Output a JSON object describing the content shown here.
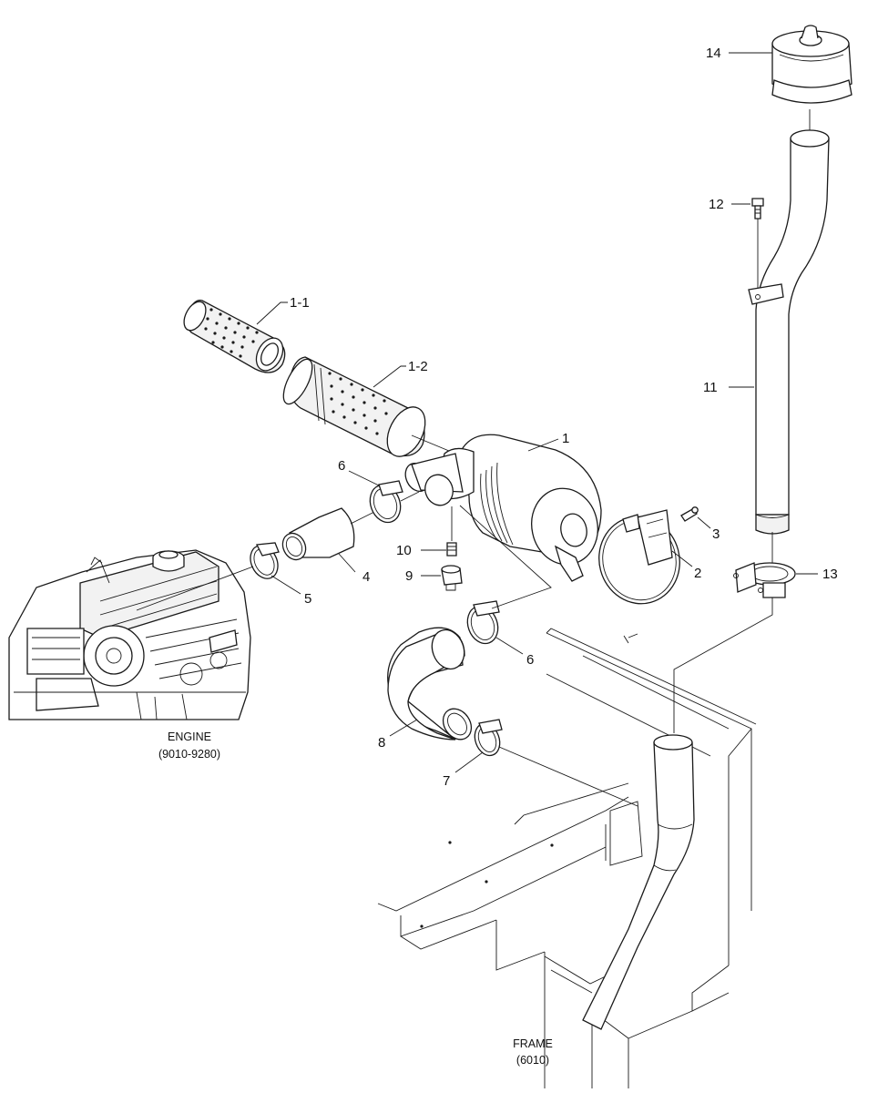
{
  "callouts": {
    "c1": "1",
    "c1_1": "1-1",
    "c1_2": "1-2",
    "c2": "2",
    "c3": "3",
    "c4": "4",
    "c5": "5",
    "c6a": "6",
    "c6b": "6",
    "c7": "7",
    "c8": "8",
    "c9": "9",
    "c10": "10",
    "c11": "11",
    "c12": "12",
    "c13": "13",
    "c14": "14"
  },
  "references": {
    "engine_name": "ENGINE",
    "engine_code": "(9010-9280)",
    "frame_name": "FRAME",
    "frame_code": "(6010)"
  }
}
